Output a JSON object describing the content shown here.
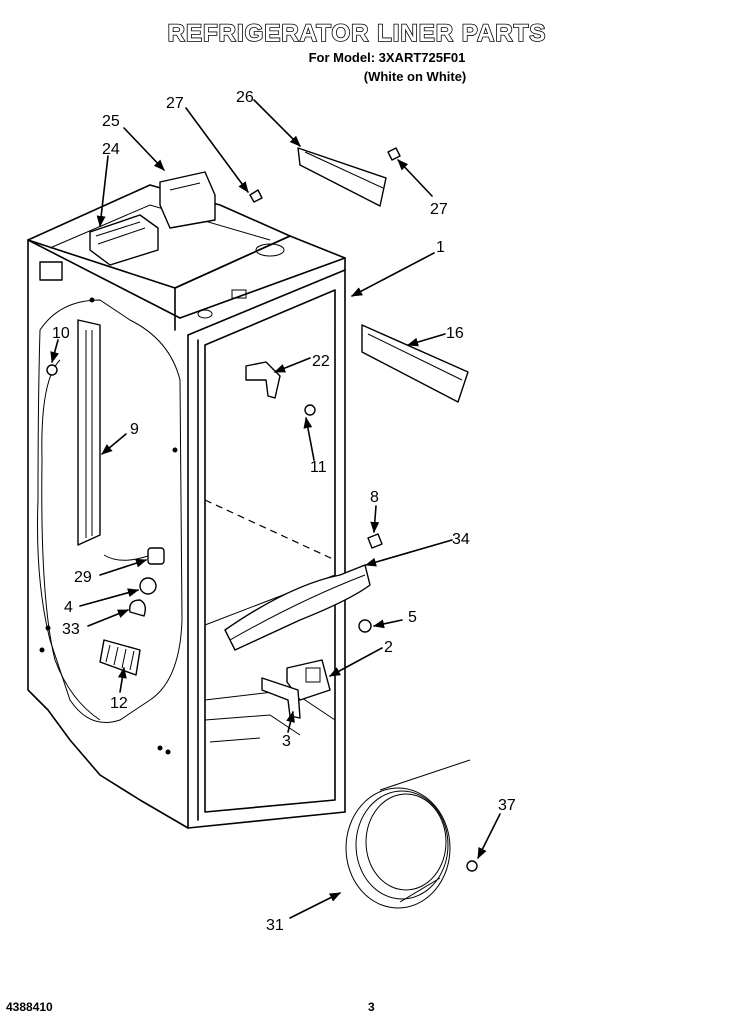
{
  "header": {
    "title": "REFRIGERATOR LINER PARTS",
    "model_line": "For Model: 3XART725F01",
    "color_line": "(White on White)"
  },
  "footer": {
    "doc_number": "4388410",
    "page_number": "3"
  },
  "callouts": [
    {
      "id": "c1",
      "label": "1"
    },
    {
      "id": "c2",
      "label": "2"
    },
    {
      "id": "c3",
      "label": "3"
    },
    {
      "id": "c4",
      "label": "4"
    },
    {
      "id": "c5",
      "label": "5"
    },
    {
      "id": "c8",
      "label": "8"
    },
    {
      "id": "c9",
      "label": "9"
    },
    {
      "id": "c10",
      "label": "10"
    },
    {
      "id": "c11",
      "label": "11"
    },
    {
      "id": "c12",
      "label": "12"
    },
    {
      "id": "c16",
      "label": "16"
    },
    {
      "id": "c22",
      "label": "22"
    },
    {
      "id": "c24",
      "label": "24"
    },
    {
      "id": "c25",
      "label": "25"
    },
    {
      "id": "c26",
      "label": "26"
    },
    {
      "id": "c27a",
      "label": "27"
    },
    {
      "id": "c27b",
      "label": "27"
    },
    {
      "id": "c29",
      "label": "29"
    },
    {
      "id": "c31",
      "label": "31"
    },
    {
      "id": "c33",
      "label": "33"
    },
    {
      "id": "c34",
      "label": "34"
    },
    {
      "id": "c37",
      "label": "37"
    }
  ]
}
